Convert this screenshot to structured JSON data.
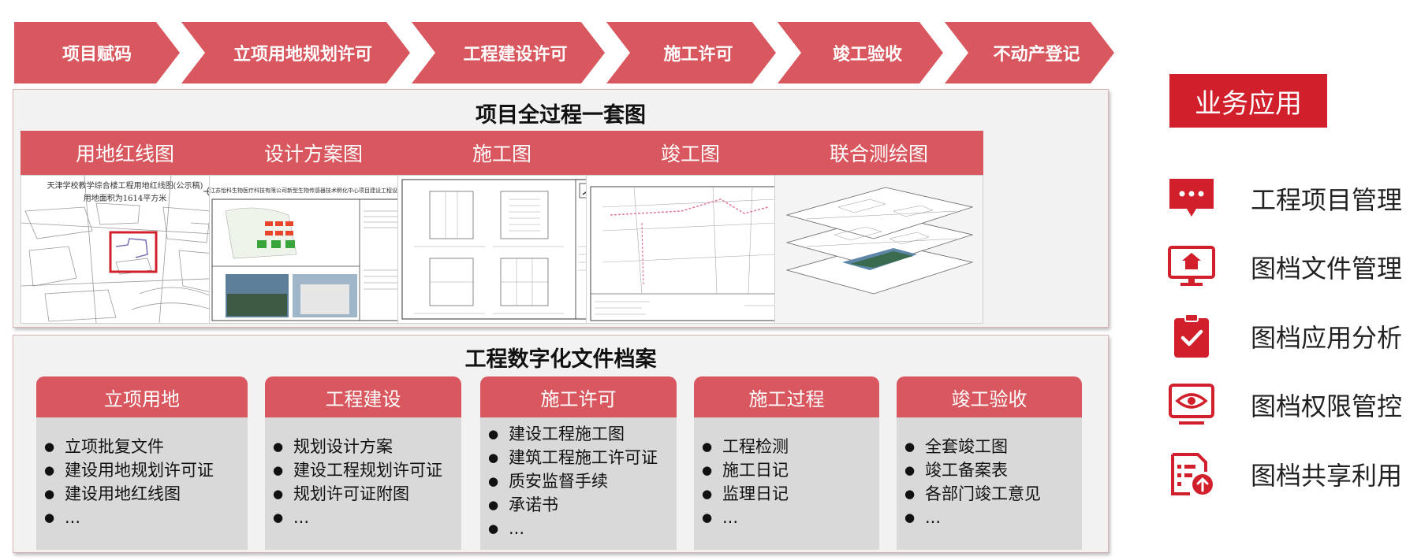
{
  "process_steps": [
    "项目赋码",
    "立项用地规划许可",
    "工程建设许可",
    "施工许可",
    "竣工验收",
    "不动产登记"
  ],
  "drawings_panel": {
    "title": "项目全过程一套图",
    "cards": [
      "用地红线图",
      "设计方案图",
      "施工图",
      "竣工图",
      "联合测绘图"
    ],
    "redline_caption_1": "天津学校教学综合楼工程用地红线图(公示稿)",
    "redline_caption_2": "用地面积为1614平方米",
    "design_caption": "江苏怡科生物医疗科技有限公司新型生物传感器技术孵化中心项目建设工程设计方案批后公布"
  },
  "archive_panel": {
    "title": "工程数字化文件档案",
    "categories": [
      {
        "title": "立项用地",
        "items": [
          "立项批复文件",
          "建设用地规划许可证",
          "建设用地红线图",
          "..."
        ]
      },
      {
        "title": "工程建设",
        "items": [
          "规划设计方案",
          "建设工程规划许可证",
          "规划许可证附图",
          "..."
        ]
      },
      {
        "title": "施工许可",
        "items": [
          "建设工程施工图",
          "建筑工程施工许可证",
          "质安监督手续",
          "承诺书",
          "..."
        ]
      },
      {
        "title": "施工过程",
        "items": [
          "工程检测",
          "施工日记",
          "监理日记",
          "..."
        ]
      },
      {
        "title": "竣工验收",
        "items": [
          "全套竣工图",
          "竣工备案表",
          "各部门竣工意见",
          "..."
        ]
      }
    ]
  },
  "business": {
    "title": "业务应用",
    "items": [
      {
        "label": "工程项目管理",
        "icon": "chat-bubble-icon"
      },
      {
        "label": "图档文件管理",
        "icon": "monitor-home-icon"
      },
      {
        "label": "图档应用分析",
        "icon": "clipboard-check-icon"
      },
      {
        "label": "图档权限管控",
        "icon": "eye-screen-icon"
      },
      {
        "label": "图档共享利用",
        "icon": "document-share-icon"
      }
    ]
  },
  "colors": {
    "accent": "#d9575e",
    "brand_red": "#d1202b",
    "panel_bg": "#f2f2f2",
    "list_bg": "#d9d9d9"
  }
}
